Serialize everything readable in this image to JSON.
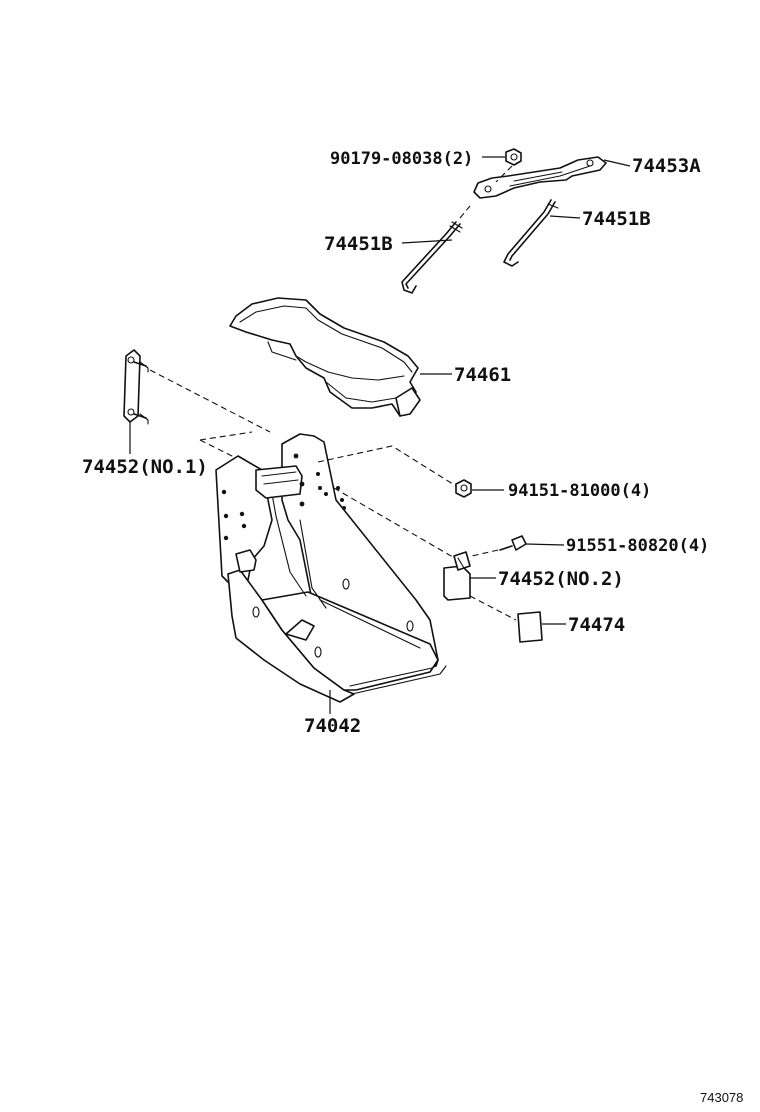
{
  "diagram": {
    "labels": {
      "nut_90179": "90179-08038(2)",
      "hold_down_clamp": "74453A",
      "rod_left": "74451B",
      "rod_right": "74451B",
      "battery_cover": "74461",
      "bracket_no1": "74452(NO.1)",
      "nut_94151": "94151-81000(4)",
      "bolt_91551": "91551-80820(4)",
      "bracket_no2": "74452(NO.2)",
      "pad": "74474",
      "battery_carrier": "74042"
    },
    "reference_id": "743078"
  }
}
